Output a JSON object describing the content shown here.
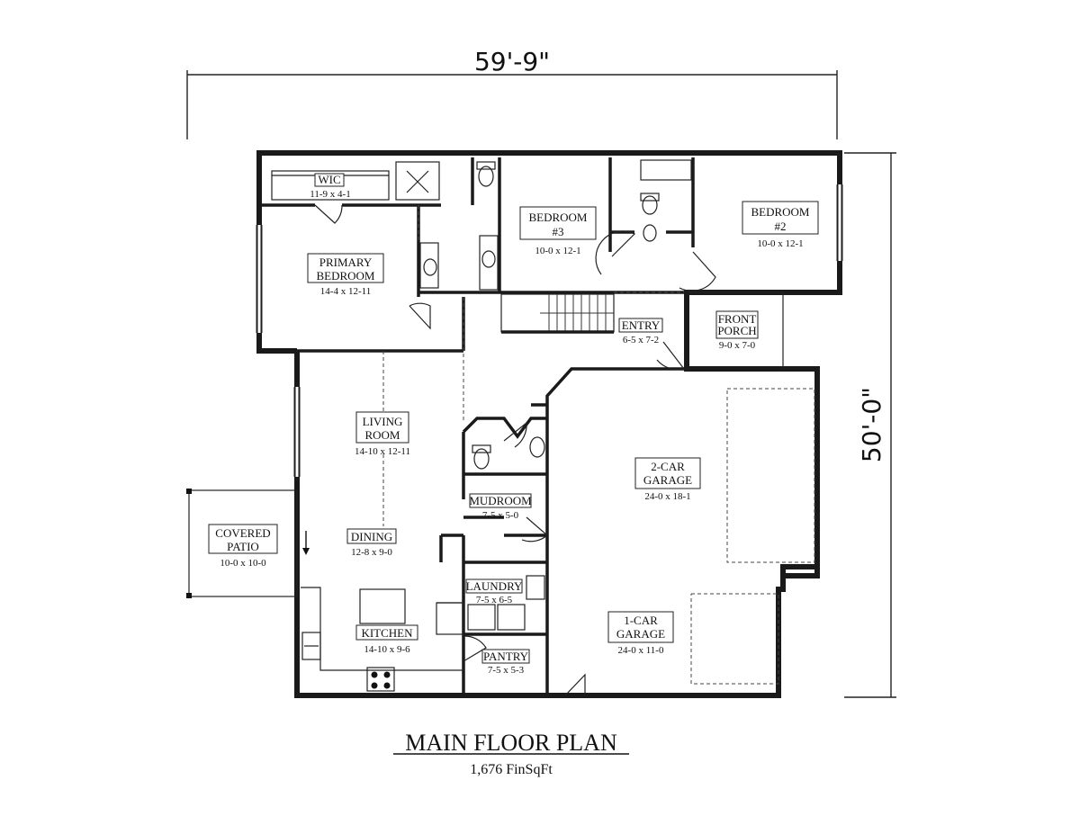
{
  "dimensions": {
    "width": "59'-9\"",
    "depth": "50'-0\""
  },
  "rooms": {
    "wic": {
      "name": "WIC",
      "size": "11-9 x 4-1"
    },
    "primary_bedroom": {
      "name_line1": "PRIMARY",
      "name_line2": "BEDROOM",
      "size": "14-4 x 12-11"
    },
    "bedroom3": {
      "name_line1": "BEDROOM",
      "name_line2": "#3",
      "size": "10-0 x 12-1"
    },
    "bedroom2": {
      "name_line1": "BEDROOM",
      "name_line2": "#2",
      "size": "10-0 x 12-1"
    },
    "entry": {
      "name": "ENTRY",
      "size": "6-5 x 7-2"
    },
    "front_porch": {
      "name_line1": "FRONT",
      "name_line2": "PORCH",
      "size": "9-0 x 7-0"
    },
    "living_room": {
      "name_line1": "LIVING",
      "name_line2": "ROOM",
      "size": "14-10 x 12-11"
    },
    "dining": {
      "name": "DINING",
      "size": "12-8 x 9-0"
    },
    "kitchen": {
      "name": "KITCHEN",
      "size": "14-10 x 9-6"
    },
    "covered_patio": {
      "name_line1": "COVERED",
      "name_line2": "PATIO",
      "size": "10-0 x 10-0"
    },
    "mudroom": {
      "name": "MUDROOM",
      "size": "7-5 x 5-0"
    },
    "laundry": {
      "name": "LAUNDRY",
      "size": "7-5 x 6-5"
    },
    "pantry": {
      "name": "PANTRY",
      "size": "7-5 x 5-3"
    },
    "garage2": {
      "name_line1": "2-CAR",
      "name_line2": "GARAGE",
      "size": "24-0 x 18-1"
    },
    "garage1": {
      "name_line1": "1-CAR",
      "name_line2": "GARAGE",
      "size": "24-0 x 11-0"
    }
  },
  "footer": {
    "title": "MAIN FLOOR PLAN",
    "subtitle": "1,676 FinSqFt"
  }
}
